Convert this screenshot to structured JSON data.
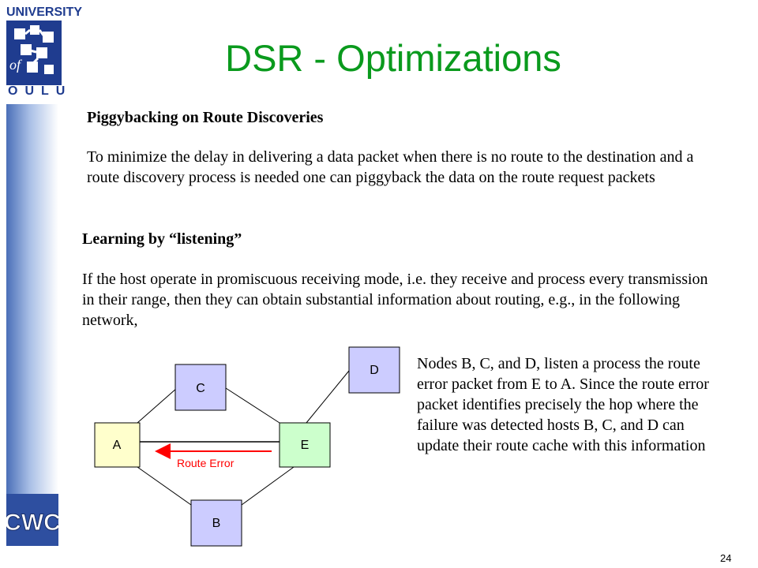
{
  "logo": {
    "university_text": "UNIVERSITY",
    "of_text": "of",
    "oulu_text": "OULU",
    "cwc_text": "CWC"
  },
  "title": "DSR - Optimizations",
  "section1": {
    "heading": "Piggybacking on Route Discoveries",
    "text": "To minimize the delay in delivering a data packet  when there is no route to the destination and a route discovery process is needed one can piggyback the data on the route request packets"
  },
  "section2": {
    "heading": "Learning by “listening”",
    "text": "If the host operate in promiscuous receiving mode, i.e. they receive and process every transmission in their range, then they can obtain substantial information about routing, e.g., in the following network,"
  },
  "diagram": {
    "nodes": {
      "a": "A",
      "b": "B",
      "c": "C",
      "d": "D",
      "e": "E"
    },
    "edge_label": "Route Error",
    "colors": {
      "node_fill": "#ccccff",
      "node_green": "#ccffcc",
      "node_yellow": "#ffffcc",
      "arrow": "#ff0000"
    }
  },
  "caption": "Nodes B, C, and D, listen a process the route error packet from E to A.  Since the route error packet identifies precisely the hop where the failure was detected hosts B, C, and D can update their route cache with this information",
  "page_number": "24",
  "colors": {
    "title": "#0a9a1d",
    "brand_blue": "#1f3c8f"
  }
}
